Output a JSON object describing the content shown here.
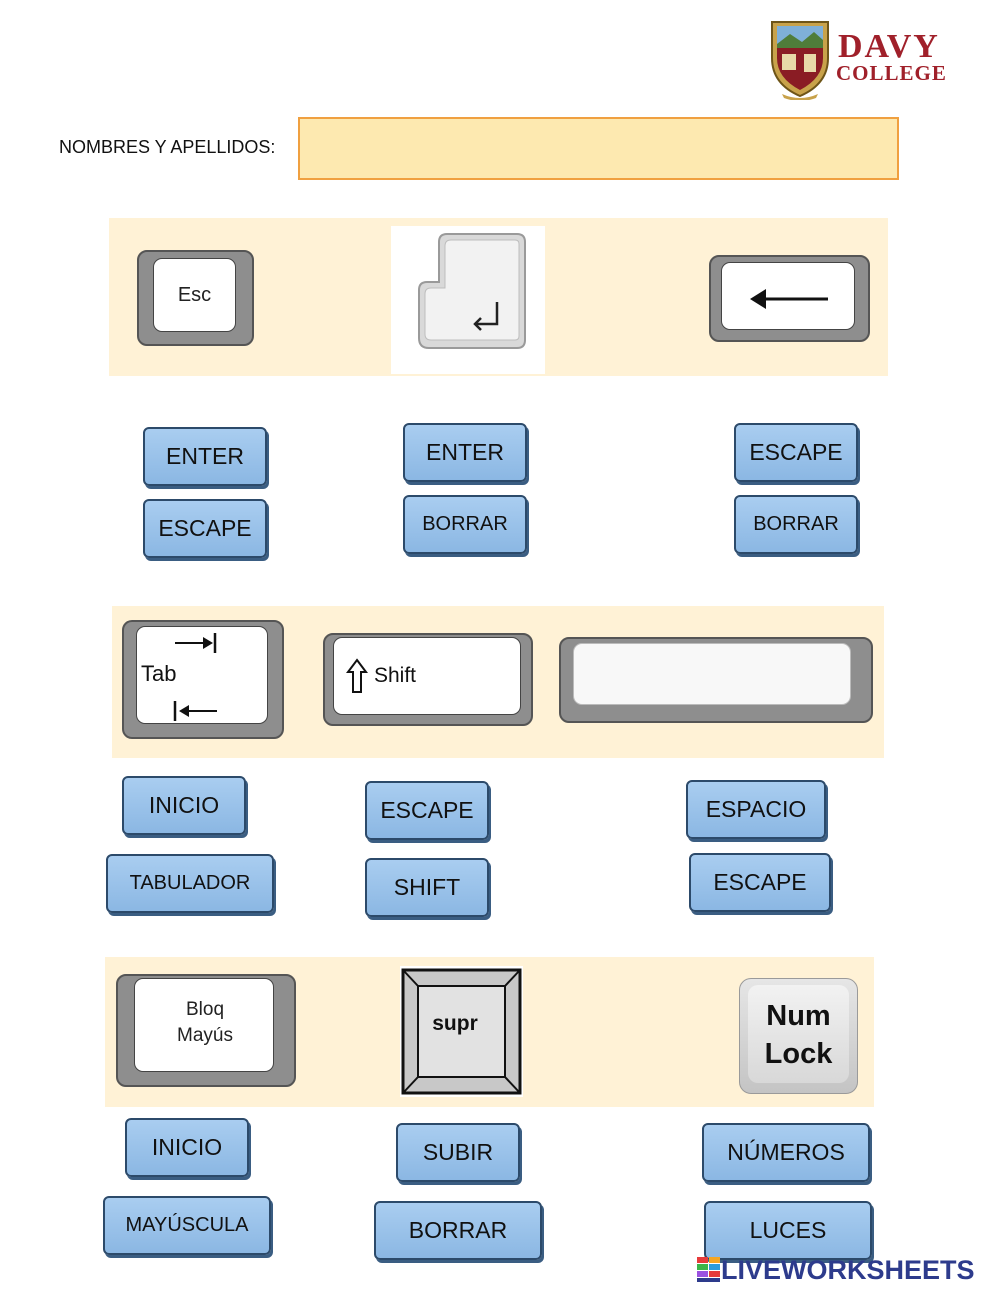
{
  "header": {
    "logo_line1": "DAVY",
    "logo_line2": "COLLEGE",
    "name_label": "NOMBRES Y APELLIDOS:",
    "name_value": ""
  },
  "row1": {
    "keys": [
      {
        "label": "Esc",
        "icon": "esc-key-icon"
      },
      {
        "label": "",
        "icon": "enter-key-icon"
      },
      {
        "label": "",
        "icon": "backspace-arrow-key-icon"
      }
    ],
    "options": [
      [
        "ENTER",
        "ESCAPE"
      ],
      [
        "ENTER",
        "BORRAR"
      ],
      [
        "ESCAPE",
        "BORRAR"
      ]
    ]
  },
  "row2": {
    "keys": [
      {
        "label": "Tab",
        "icon": "tab-key-icon"
      },
      {
        "label": "Shift",
        "icon": "shift-key-icon"
      },
      {
        "label": "",
        "icon": "space-bar-key-icon"
      }
    ],
    "options": [
      [
        "INICIO",
        "TABULADOR"
      ],
      [
        "ESCAPE",
        "SHIFT"
      ],
      [
        "ESPACIO",
        "ESCAPE"
      ]
    ]
  },
  "row3": {
    "keys": [
      {
        "label_line1": "Bloq",
        "label_line2": "Mayús",
        "icon": "caps-lock-key-icon"
      },
      {
        "label": "supr",
        "icon": "delete-key-icon"
      },
      {
        "label_line1": "Num",
        "label_line2": "Lock",
        "icon": "num-lock-key-icon"
      }
    ],
    "options": [
      [
        "INICIO",
        "MAYÚSCULA"
      ],
      [
        "SUBIR",
        "BORRAR"
      ],
      [
        "NÚMEROS",
        "LUCES"
      ]
    ]
  },
  "footer": {
    "brand": "LIVEWORKSHEETS"
  },
  "colors": {
    "panel": "#fff2d6",
    "button": "#94bfe9",
    "brand": "#a0202a",
    "input": "#fde9b0"
  }
}
